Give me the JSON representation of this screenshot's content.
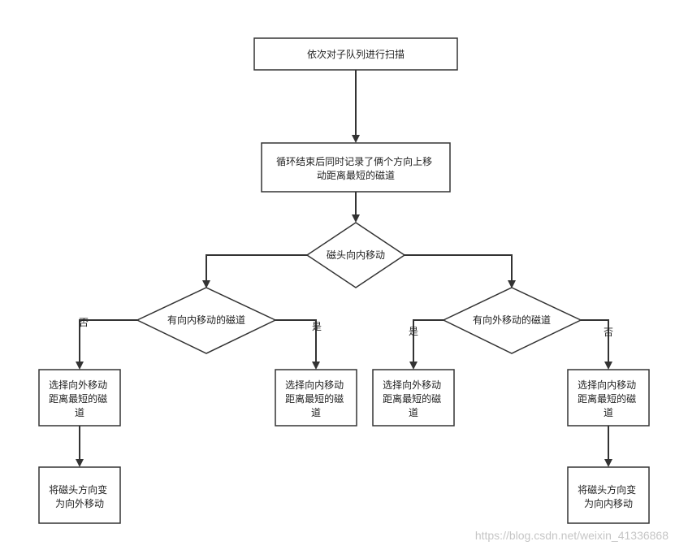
{
  "nodes": {
    "scan": [
      "依次对子队列进行扫描"
    ],
    "record": [
      "循环结束后同时记录了俩个方向上移",
      "动距离最短的磁道"
    ],
    "decision_inward": [
      "磁头向内移动"
    ],
    "decision_has_inner": [
      "有向内移动的磁道"
    ],
    "decision_has_outer": [
      "有向外移动的磁道"
    ],
    "box_a": [
      "选择向外移动",
      "距离最短的磁",
      "道"
    ],
    "box_b": [
      "选择向内移动",
      "距离最短的磁",
      "道"
    ],
    "box_c": [
      "选择向外移动",
      "距离最短的磁",
      "道"
    ],
    "box_d": [
      "选择向内移动",
      "距离最短的磁",
      "道"
    ],
    "box_e": [
      "将磁头方向变",
      "为向外移动"
    ],
    "box_f": [
      "将磁头方向变",
      "为向内移动"
    ]
  },
  "edge_labels": {
    "no_left": "否",
    "yes_left": "是",
    "yes_right": "是",
    "no_right": "否"
  },
  "watermark": "https://blog.csdn.net/weixin_41336868",
  "colors": {
    "stroke": "#333333",
    "fill": "#ffffff",
    "text": "#222222"
  }
}
